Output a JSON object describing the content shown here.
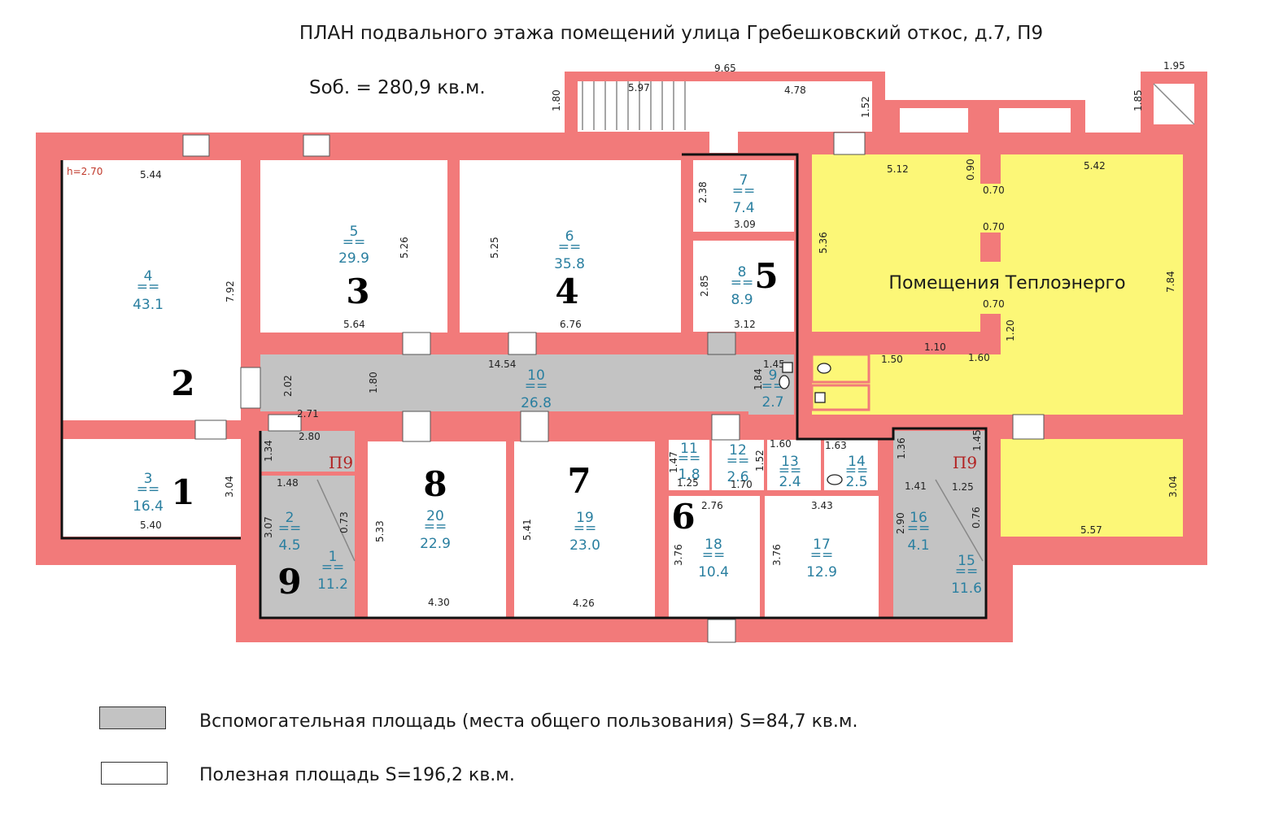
{
  "title": "ПЛАН подвального этажа помещений улица Гребешковский откос, д.7, П9",
  "total_area": "Sоб. = 280,9 кв.м.",
  "height_label": "h=2.70",
  "teploenergo_label": "Помещения Теплоэнерго",
  "p9_label": "П9",
  "colors": {
    "wall": "#f27a7a",
    "common": "#c3c3c3",
    "useful": "#ffffff",
    "teplo": "#fcf777",
    "outline": "#111111"
  },
  "rooms": [
    {
      "num": "4",
      "area": "43.1"
    },
    {
      "num": "5",
      "area": "29.9"
    },
    {
      "num": "6",
      "area": "35.8"
    },
    {
      "num": "7",
      "area": "7.4"
    },
    {
      "num": "8",
      "area": "8.9"
    },
    {
      "num": "3",
      "area": "16.4"
    },
    {
      "num": "10",
      "area": "26.8"
    },
    {
      "num": "9",
      "area": "2.7"
    },
    {
      "num": "2",
      "area": "4.5"
    },
    {
      "num": "1",
      "area": "11.2"
    },
    {
      "num": "20",
      "area": "22.9"
    },
    {
      "num": "19",
      "area": "23.0"
    },
    {
      "num": "11",
      "area": "1.8"
    },
    {
      "num": "12",
      "area": "2.6"
    },
    {
      "num": "13",
      "area": "2.4"
    },
    {
      "num": "14",
      "area": "2.5"
    },
    {
      "num": "18",
      "area": "10.4"
    },
    {
      "num": "17",
      "area": "12.9"
    },
    {
      "num": "16",
      "area": "4.1"
    },
    {
      "num": "15",
      "area": "11.6"
    }
  ],
  "big_numbers": [
    "1",
    "2",
    "3",
    "4",
    "5",
    "6",
    "7",
    "8",
    "9"
  ],
  "dimensions": [
    "9.65",
    "5.97",
    "4.78",
    "1.80",
    "1.52",
    "1.95",
    "1.85",
    "5.44",
    "7.92",
    "5.26",
    "5.64",
    "5.25",
    "6.76",
    "2.38",
    "3.09",
    "2.85",
    "3.12",
    "5.12",
    "0.90",
    "0.70",
    "5.42",
    "5.36",
    "0.70",
    "0.70",
    "1.20",
    "7.84",
    "1.10",
    "1.50",
    "1.60",
    "14.54",
    "2.02",
    "1.80",
    "1.45",
    "1.84",
    "2.71",
    "2.80",
    "1.34",
    "1.48",
    "0.73",
    "3.07",
    "5.33",
    "4.30",
    "5.41",
    "4.26",
    "3.04",
    "5.40",
    "1.47",
    "1.25",
    "1.70",
    "1.52",
    "1.60",
    "1.63",
    "1.36",
    "1.45",
    "2.76",
    "3.43",
    "3.76",
    "3.76",
    "2.90",
    "1.41",
    "1.25",
    "0.76",
    "3.04",
    "5.57"
  ],
  "legend": [
    {
      "text": "Вспомогательная площадь (места общего пользования) S=84,7 кв.м.",
      "color": "#c3c3c3"
    },
    {
      "text": "Полезная площадь S=196,2 кв.м.",
      "color": "#ffffff"
    }
  ]
}
